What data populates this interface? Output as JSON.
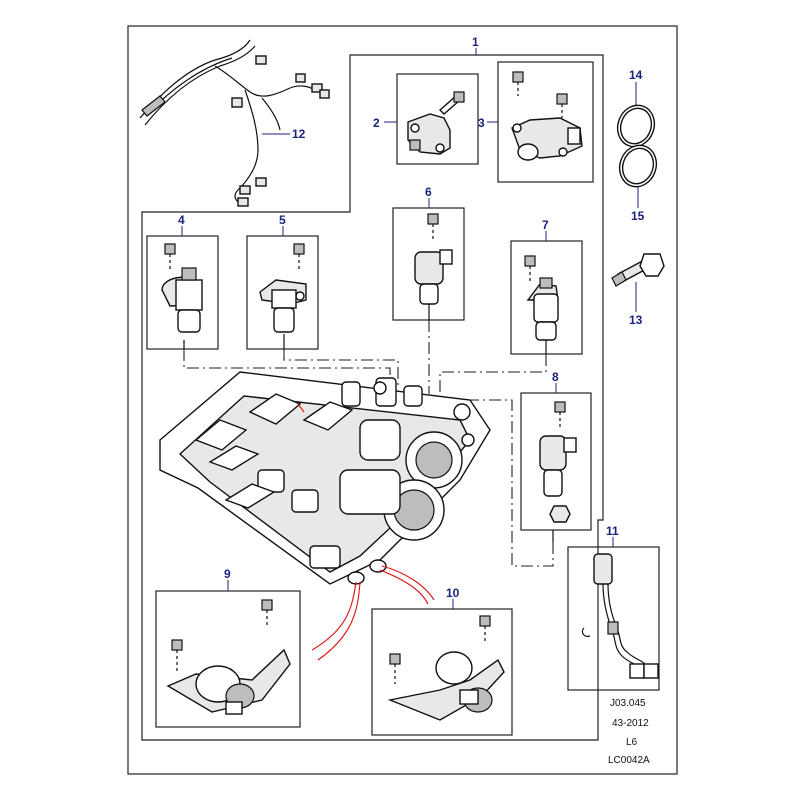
{
  "callouts": {
    "c1": "1",
    "c2": "2",
    "c3": "3",
    "c4": "4",
    "c5": "5",
    "c6": "6",
    "c7": "7",
    "c8": "8",
    "c9": "9",
    "c10": "10",
    "c11": "11",
    "c12": "12",
    "c13": "13",
    "c14": "14",
    "c15": "15"
  },
  "reference": {
    "line1": "J03.045",
    "line2": "43-2012",
    "line3": "L6",
    "line4": "LC0042A"
  },
  "colors": {
    "callout_text": "#1a237e",
    "highlight_lines": "#e01010",
    "line_art": "#111111"
  }
}
